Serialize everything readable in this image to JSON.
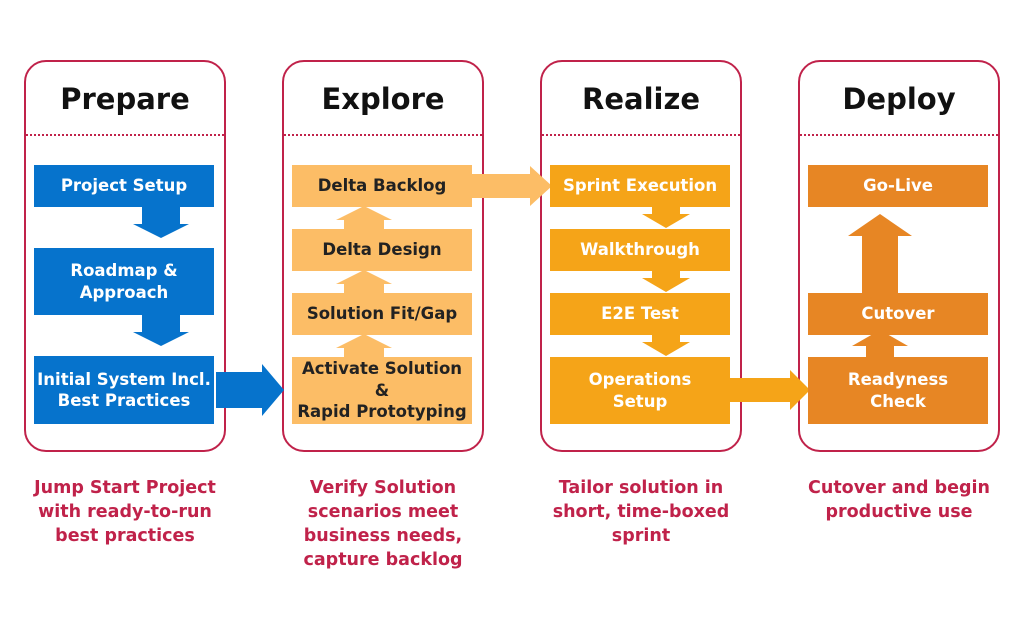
{
  "phases": [
    {
      "title": "Prepare",
      "steps": [
        "Project Setup",
        "Roadmap &\nApproach",
        "Initial System Incl.\nBest Practices"
      ],
      "caption": "Jump Start Project\nwith ready-to-run\nbest practices"
    },
    {
      "title": "Explore",
      "steps": [
        "Delta Backlog",
        "Delta Design",
        "Solution Fit/Gap",
        "Activate Solution &\nRapid Prototyping"
      ],
      "caption": "Verify Solution\nscenarios meet\nbusiness needs,\ncapture backlog"
    },
    {
      "title": "Realize",
      "steps": [
        "Sprint Execution",
        "Walkthrough",
        "E2E Test",
        "Operations\nSetup"
      ],
      "caption": "Tailor solution in\nshort, time-boxed\nsprint"
    },
    {
      "title": "Deploy",
      "steps": [
        "Go-Live",
        "Cutover",
        "Readyness\nCheck"
      ],
      "caption": "Cutover and begin\nproductive use"
    }
  ],
  "colors": {
    "border": "#c0224a",
    "prepare": "#0673cc",
    "explore": "#fcbd66",
    "realize": "#f5a418",
    "deploy": "#e78624"
  }
}
